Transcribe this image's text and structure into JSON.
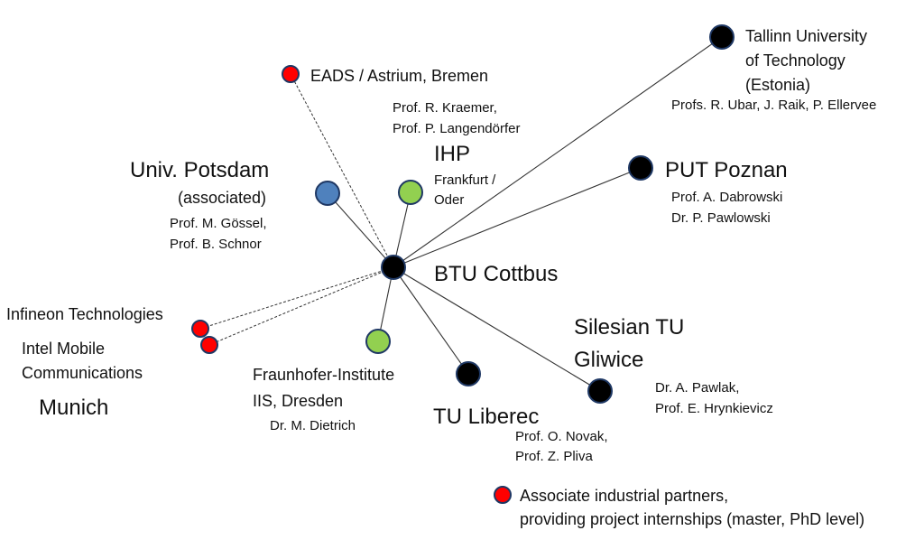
{
  "colors": {
    "hub": "#000000",
    "university": "#000000",
    "associated_univ": "#4f81bd",
    "research_institute": "#92d050",
    "industrial": "#ff0000",
    "node_border": "#1f3864",
    "line": "#333333"
  },
  "hub": {
    "name": "BTU Cottbus",
    "color": "#000000"
  },
  "nodes": [
    {
      "id": "tallinn",
      "color": "#000000",
      "link": "solid",
      "name_lines": [
        "Tallinn University",
        "of Technology",
        "(Estonia)"
      ],
      "people_lines": [
        "Profs. R. Ubar, J. Raik, P. Ellervee"
      ]
    },
    {
      "id": "eads",
      "color": "#ff0000",
      "link": "dashed",
      "name_lines": [
        "EADS / Astrium, Bremen"
      ],
      "people_lines": []
    },
    {
      "id": "ihp",
      "color": "#92d050",
      "link": "solid",
      "name_lines": [
        "IHP"
      ],
      "sub_lines": [
        "Frankfurt /",
        "Oder"
      ],
      "people_lines": [
        "Prof. R. Kraemer,",
        "Prof. P. Langendörfer"
      ]
    },
    {
      "id": "potsdam",
      "color": "#4f81bd",
      "link": "solid",
      "name_lines": [
        "Univ. Potsdam"
      ],
      "sub_lines": [
        "(associated)"
      ],
      "people_lines": [
        "Prof. M. Gössel,",
        "Prof. B. Schnor"
      ]
    },
    {
      "id": "poznan",
      "color": "#000000",
      "link": "solid",
      "name_lines": [
        "PUT Poznan"
      ],
      "people_lines": [
        "Prof. A. Dabrowski",
        "Dr. P. Pawlowski"
      ]
    },
    {
      "id": "infineon",
      "color": "#ff0000",
      "link": "dashed",
      "name_lines": [
        "Infineon Technologies"
      ],
      "people_lines": []
    },
    {
      "id": "intel",
      "color": "#ff0000",
      "link": "dashed",
      "name_lines": [
        "Intel Mobile",
        "Communications"
      ],
      "people_lines": []
    },
    {
      "id": "fraunhofer",
      "color": "#92d050",
      "link": "solid",
      "name_lines": [
        "Fraunhofer-Institute",
        "IIS, Dresden"
      ],
      "people_lines": [
        "Dr. M. Dietrich"
      ]
    },
    {
      "id": "liberec",
      "color": "#000000",
      "link": "solid",
      "name_lines": [
        "TU Liberec"
      ],
      "people_lines": [
        "Prof. O. Novak,",
        "Prof. Z. Pliva"
      ]
    },
    {
      "id": "gliwice",
      "color": "#000000",
      "link": "solid",
      "name_lines": [
        "Silesian TU",
        "Gliwice"
      ],
      "people_lines": [
        "Dr. A. Pawlak,",
        "Prof. E. Hrynkievicz"
      ]
    }
  ],
  "group_label": "Munich",
  "legend": {
    "color": "#ff0000",
    "lines": [
      "Associate industrial partners,",
      "providing project internships (master, PhD level)"
    ]
  }
}
